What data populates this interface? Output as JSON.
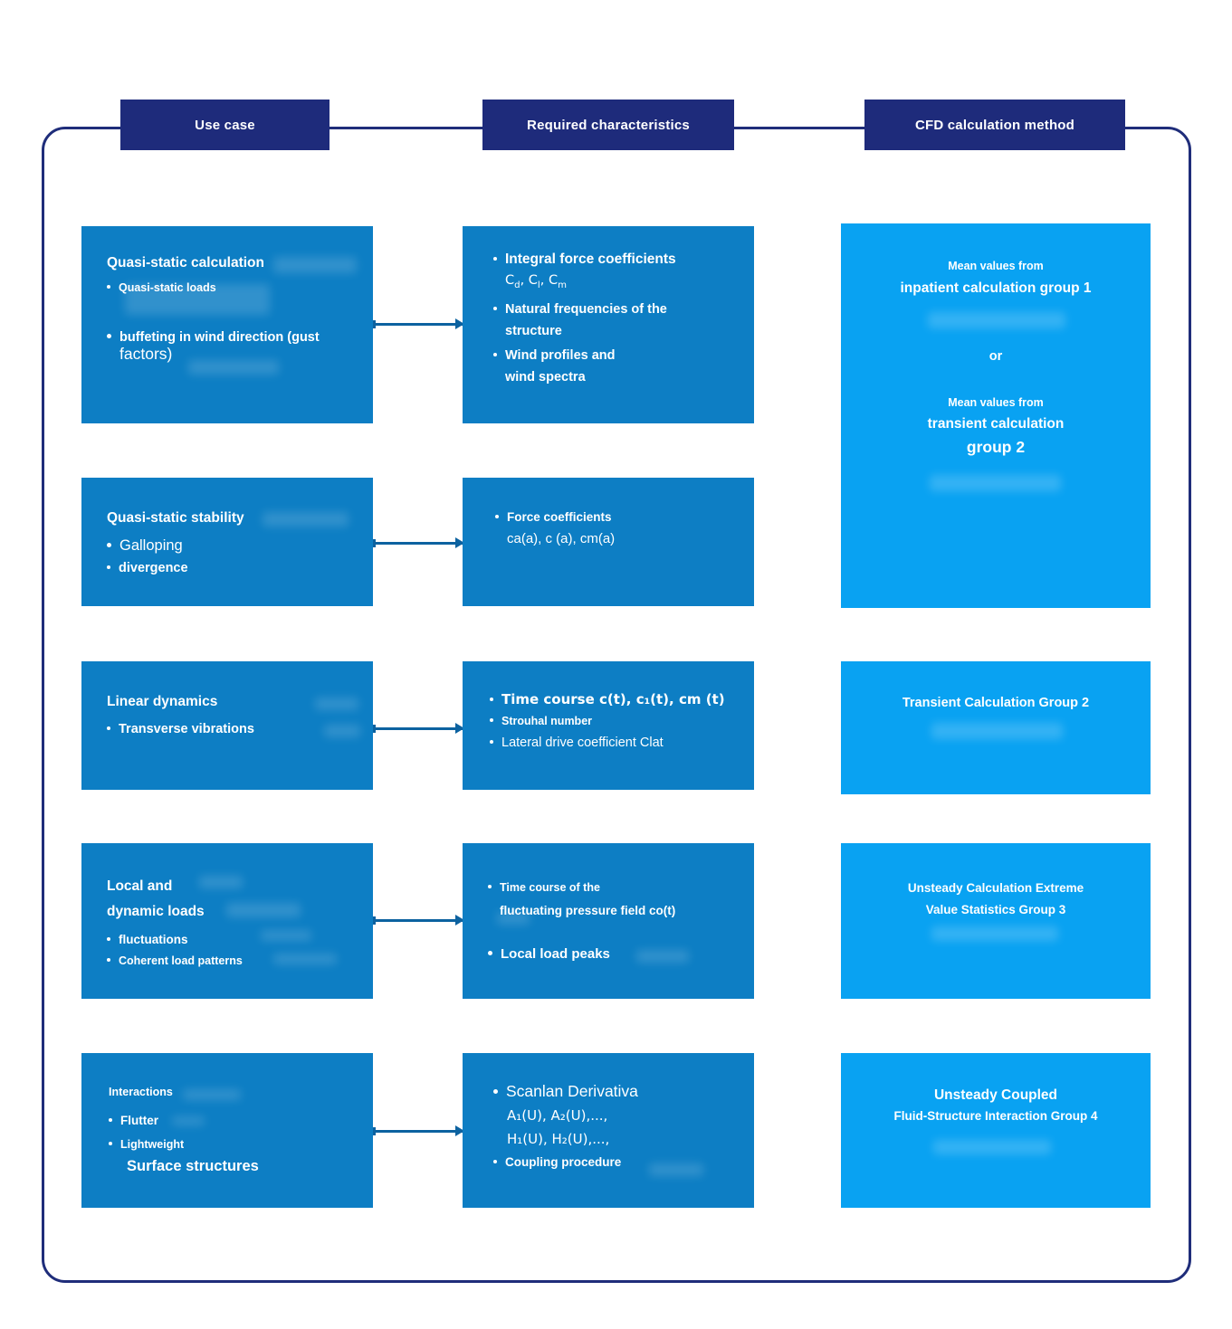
{
  "headers": {
    "use_case": "Use case",
    "required": "Required characteristics",
    "cfd": "CFD calculation method"
  },
  "row1": {
    "left": {
      "title": "Quasi-static calculation",
      "b1": "Quasi-static loads",
      "b2_line1": "buffeting in wind direction (gust",
      "b2_line2": "factors)"
    },
    "mid": {
      "b1": "Integral force coefficients",
      "coef": {
        "p1": "C",
        "s1": "d",
        "p2": ", C",
        "s2": "l",
        "p3": ", C",
        "s3": "m"
      },
      "b2_line1": "Natural frequencies of the",
      "b2_line2": "structure",
      "b3_line1": "Wind profiles and",
      "b3_line2": "wind spectra"
    },
    "right": {
      "l1": "Mean values from",
      "l2": "inpatient calculation group 1",
      "l3": "or",
      "l4": "Mean values from",
      "l5": "transient calculation",
      "l6": "group 2"
    }
  },
  "row2": {
    "left": {
      "title": "Quasi-static stability",
      "b1": "Galloping",
      "b2": "divergence"
    },
    "mid": {
      "b1": "Force coefficients",
      "l2": "ca(a), c (a), cm(a)"
    }
  },
  "row3": {
    "left": {
      "title": "Linear dynamics",
      "b1": "Transverse vibrations"
    },
    "mid": {
      "b1": "Time course c(t), c₁(t), cm (t)",
      "b2": "Strouhal number",
      "b3": "Lateral drive coefficient Clat"
    },
    "right": {
      "l1": "Transient Calculation Group 2"
    }
  },
  "row4": {
    "left": {
      "title_line1": "Local and",
      "title_line2": "dynamic loads",
      "b1": "fluctuations",
      "b2": "Coherent load patterns"
    },
    "mid": {
      "b1_line1": "Time course of the",
      "b1_line2": "fluctuating pressure field co(t)",
      "b2": "Local load peaks"
    },
    "right": {
      "l1": "Unsteady Calculation Extreme",
      "l2": "Value Statistics Group 3"
    }
  },
  "row5": {
    "left": {
      "title": "Interactions",
      "b1": "Flutter",
      "b2": "Lightweight",
      "l4": "Surface structures"
    },
    "mid": {
      "b1": "Scanlan Derivativa",
      "l2": "A₁(U), A₂(U),...,",
      "l3": "H₁(U), H₂(U),...,",
      "b2": "Coupling procedure"
    },
    "right": {
      "l1": "Unsteady Coupled",
      "l2": "Fluid-Structure Interaction Group 4"
    }
  },
  "colors": {
    "header_bg": "#1e2b7b",
    "frame_border": "#1f2d7a",
    "usecase_box_bg": "#0d7ec4",
    "method_box_bg": "#09a2f2",
    "arrow": "#0c62a0",
    "text": "#ffffff"
  }
}
